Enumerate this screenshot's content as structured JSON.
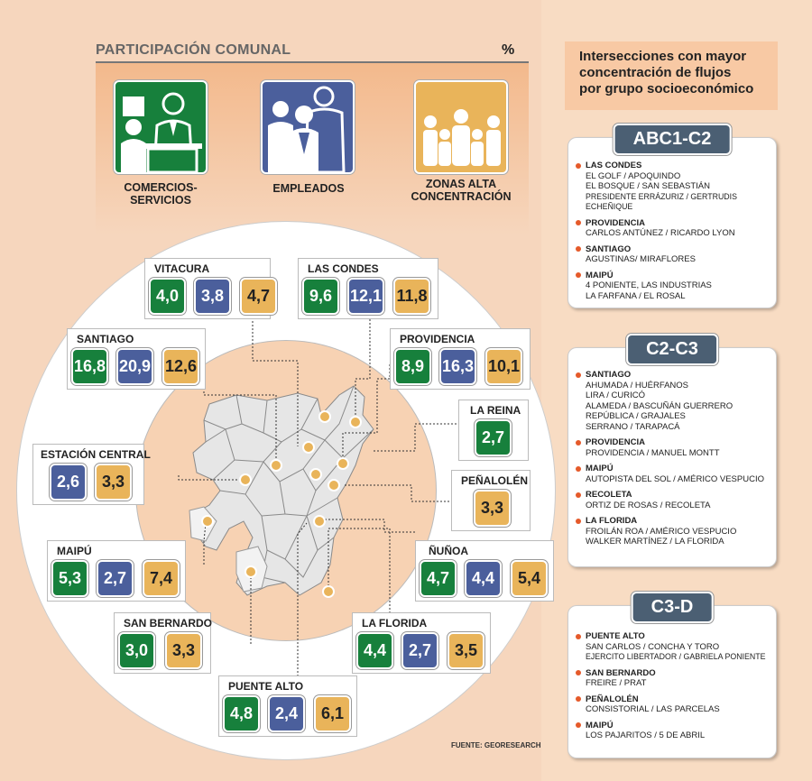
{
  "header": {
    "title": "PARTICIPACIÓN COMUNAL",
    "unit": "%"
  },
  "categories": [
    {
      "label_lines": [
        "COMERCIOS-",
        "SERVICIOS"
      ],
      "color": "#17803c",
      "icon": "comercio-icon"
    },
    {
      "label_lines": [
        "EMPLEADOS"
      ],
      "color": "#4b5f9c",
      "icon": "empleados-icon"
    },
    {
      "label_lines": [
        "ZONAS ALTA",
        "CONCENTRACIÓN"
      ],
      "color": "#e9b45a",
      "icon": "family-icon"
    }
  ],
  "communes": {
    "vitacura": {
      "name": "VITACURA",
      "values": [
        "4,0",
        "3,8",
        "4,7"
      ]
    },
    "las_condes": {
      "name": "LAS CONDES",
      "values": [
        "9,6",
        "12,1",
        "11,8"
      ]
    },
    "santiago": {
      "name": "SANTIAGO",
      "values": [
        "16,8",
        "20,9",
        "12,6"
      ]
    },
    "providencia": {
      "name": "PROVIDENCIA",
      "values": [
        "8,9",
        "16,3",
        "10,1"
      ]
    },
    "la_reina": {
      "name": "LA REINA",
      "values": [
        "2,7"
      ]
    },
    "estacion_central": {
      "name": "ESTACIÓN CENTRAL",
      "values": [
        "2,6",
        "3,3"
      ]
    },
    "penalolen": {
      "name": "PEÑALOLÉN",
      "values": [
        "3,3"
      ]
    },
    "maipu": {
      "name": "MAIPÚ",
      "values": [
        "5,3",
        "2,7",
        "7,4"
      ]
    },
    "nunoa": {
      "name": "ÑUÑOA",
      "values": [
        "4,7",
        "4,4",
        "5,4"
      ]
    },
    "san_bernardo": {
      "name": "SAN BERNARDO",
      "values": [
        "3,0",
        "3,3"
      ]
    },
    "la_florida": {
      "name": "LA FLORIDA",
      "values": [
        "4,4",
        "2,7",
        "3,5"
      ]
    },
    "puente_alto": {
      "name": "PUENTE ALTO",
      "values": [
        "4,8",
        "2,4",
        "6,1"
      ]
    }
  },
  "source": "FUENTE: GEORESEARCH",
  "right": {
    "title_lines": [
      "Intersecciones con mayor",
      "concentración de flujos",
      "por grupo socioeconómico"
    ],
    "groups": [
      {
        "label": "ABC1-C2",
        "items": [
          {
            "name": "LAS CONDES",
            "lines": [
              "EL GOLF / APOQUINDO",
              "EL BOSQUE / SAN SEBASTIÁN",
              "PRESIDENTE ERRÁZURIZ / GERTRUDIS ECHEÑIQUE"
            ]
          },
          {
            "name": "PROVIDENCIA",
            "lines": [
              "CARLOS ANTÚNEZ / RICARDO LYON"
            ]
          },
          {
            "name": "SANTIAGO",
            "lines": [
              "AGUSTINAS/ MIRAFLORES"
            ]
          },
          {
            "name": "MAIPÚ",
            "lines": [
              "4 PONIENTE, LAS INDUSTRIAS",
              "LA FARFANA / EL ROSAL"
            ]
          }
        ]
      },
      {
        "label": "C2-C3",
        "items": [
          {
            "name": "SANTIAGO",
            "lines": [
              "AHUMADA / HUÉRFANOS",
              "LIRA / CURICÓ",
              "ALAMEDA / BASCUÑÁN GUERRERO",
              "REPÚBLICA / GRAJALES",
              "SERRANO / TARAPACÁ"
            ]
          },
          {
            "name": "PROVIDENCIA",
            "lines": [
              "PROVIDENCIA / MANUEL MONTT"
            ]
          },
          {
            "name": "MAIPÚ",
            "lines": [
              "AUTOPISTA DEL SOL / AMÉRICO VESPUCIO"
            ]
          },
          {
            "name": "RECOLETA",
            "lines": [
              "ORTIZ DE ROSAS / RECOLETA"
            ]
          },
          {
            "name": "LA FLORIDA",
            "lines": [
              "FROILÁN ROA / AMÉRICO VESPUCIO",
              "WALKER MARTÍNEZ / LA FLORIDA"
            ]
          }
        ]
      },
      {
        "label": "C3-D",
        "items": [
          {
            "name": "PUENTE ALTO",
            "lines": [
              "SAN CARLOS / CONCHA Y TORO",
              "EJERCITO LIBERTADOR / GABRIELA PONIENTE"
            ]
          },
          {
            "name": "SAN BERNARDO",
            "lines": [
              "FREIRE / PRAT"
            ]
          },
          {
            "name": "PEÑALOLÉN",
            "lines": [
              "CONSISTORIAL / LAS PARCELAS"
            ]
          },
          {
            "name": "MAIPÚ",
            "lines": [
              "LOS PAJARITOS / 5 DE ABRIL"
            ]
          }
        ]
      }
    ]
  }
}
